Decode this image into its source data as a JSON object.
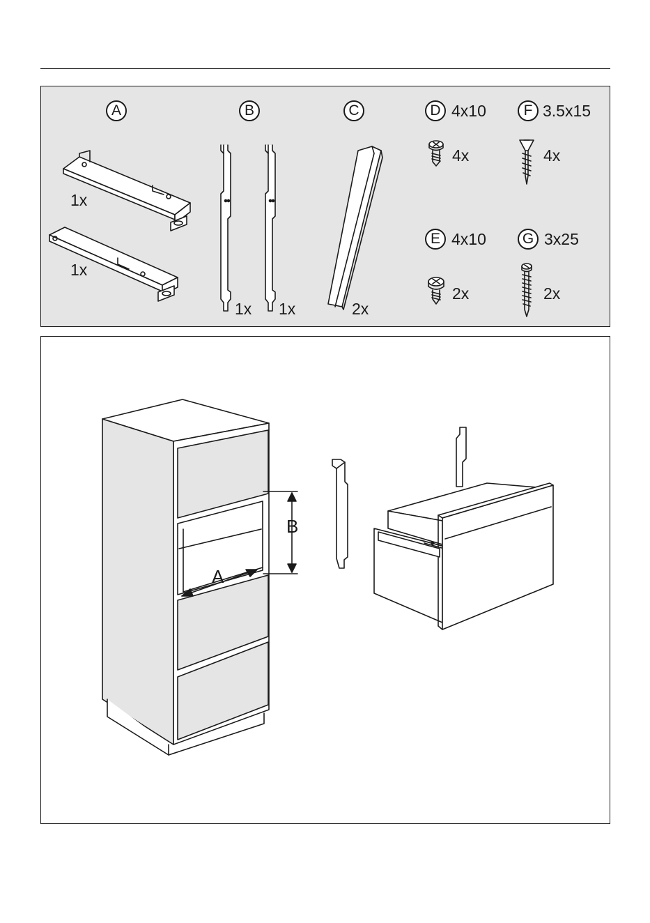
{
  "parts": {
    "A": {
      "letter": "A",
      "qty_top": "1x",
      "qty_bottom": "1x"
    },
    "B": {
      "letter": "B",
      "qty_left": "1x",
      "qty_right": "1x"
    },
    "C": {
      "letter": "C",
      "qty": "2x"
    },
    "D": {
      "letter": "D",
      "size": "4x10",
      "qty": "4x"
    },
    "F": {
      "letter": "F",
      "size": "3.5x15",
      "qty": "4x"
    },
    "E": {
      "letter": "E",
      "size": "4x10",
      "qty": "2x"
    },
    "G": {
      "letter": "G",
      "size": "3x25",
      "qty": "2x"
    }
  },
  "installation": {
    "dim_a": "A",
    "dim_b": "B"
  }
}
